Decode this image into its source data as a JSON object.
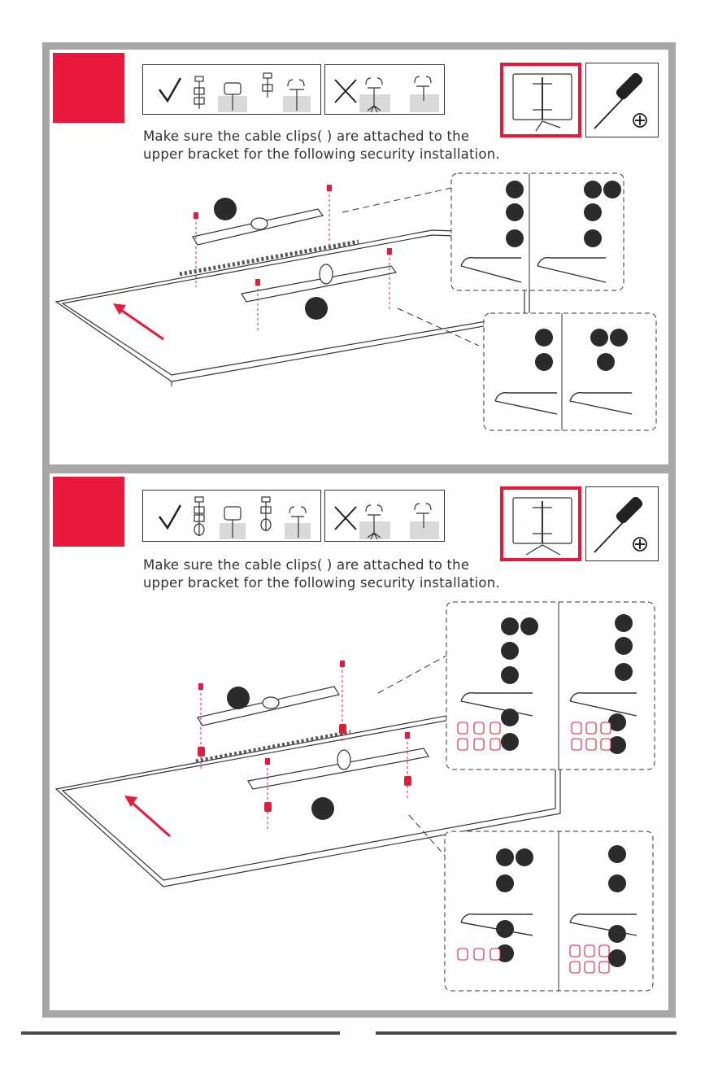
{
  "steps": [
    {
      "caption_line1": "Make sure the cable clips(   ) are attached to the",
      "caption_line2": "upper bracket for the following security installation."
    },
    {
      "caption_line1": "Make sure the cable clips(   ) are attached to the",
      "caption_line2": "upper bracket for the following security installation."
    }
  ],
  "icons": {
    "correct": "check-icon",
    "wrong": "cross-icon",
    "tool": "phillips-screwdriver-icon",
    "tv": "tv-stand-icon"
  },
  "colors": {
    "accent": "#e8193c",
    "frame": "#a7a7a7",
    "badge": "#2b2b2b"
  }
}
